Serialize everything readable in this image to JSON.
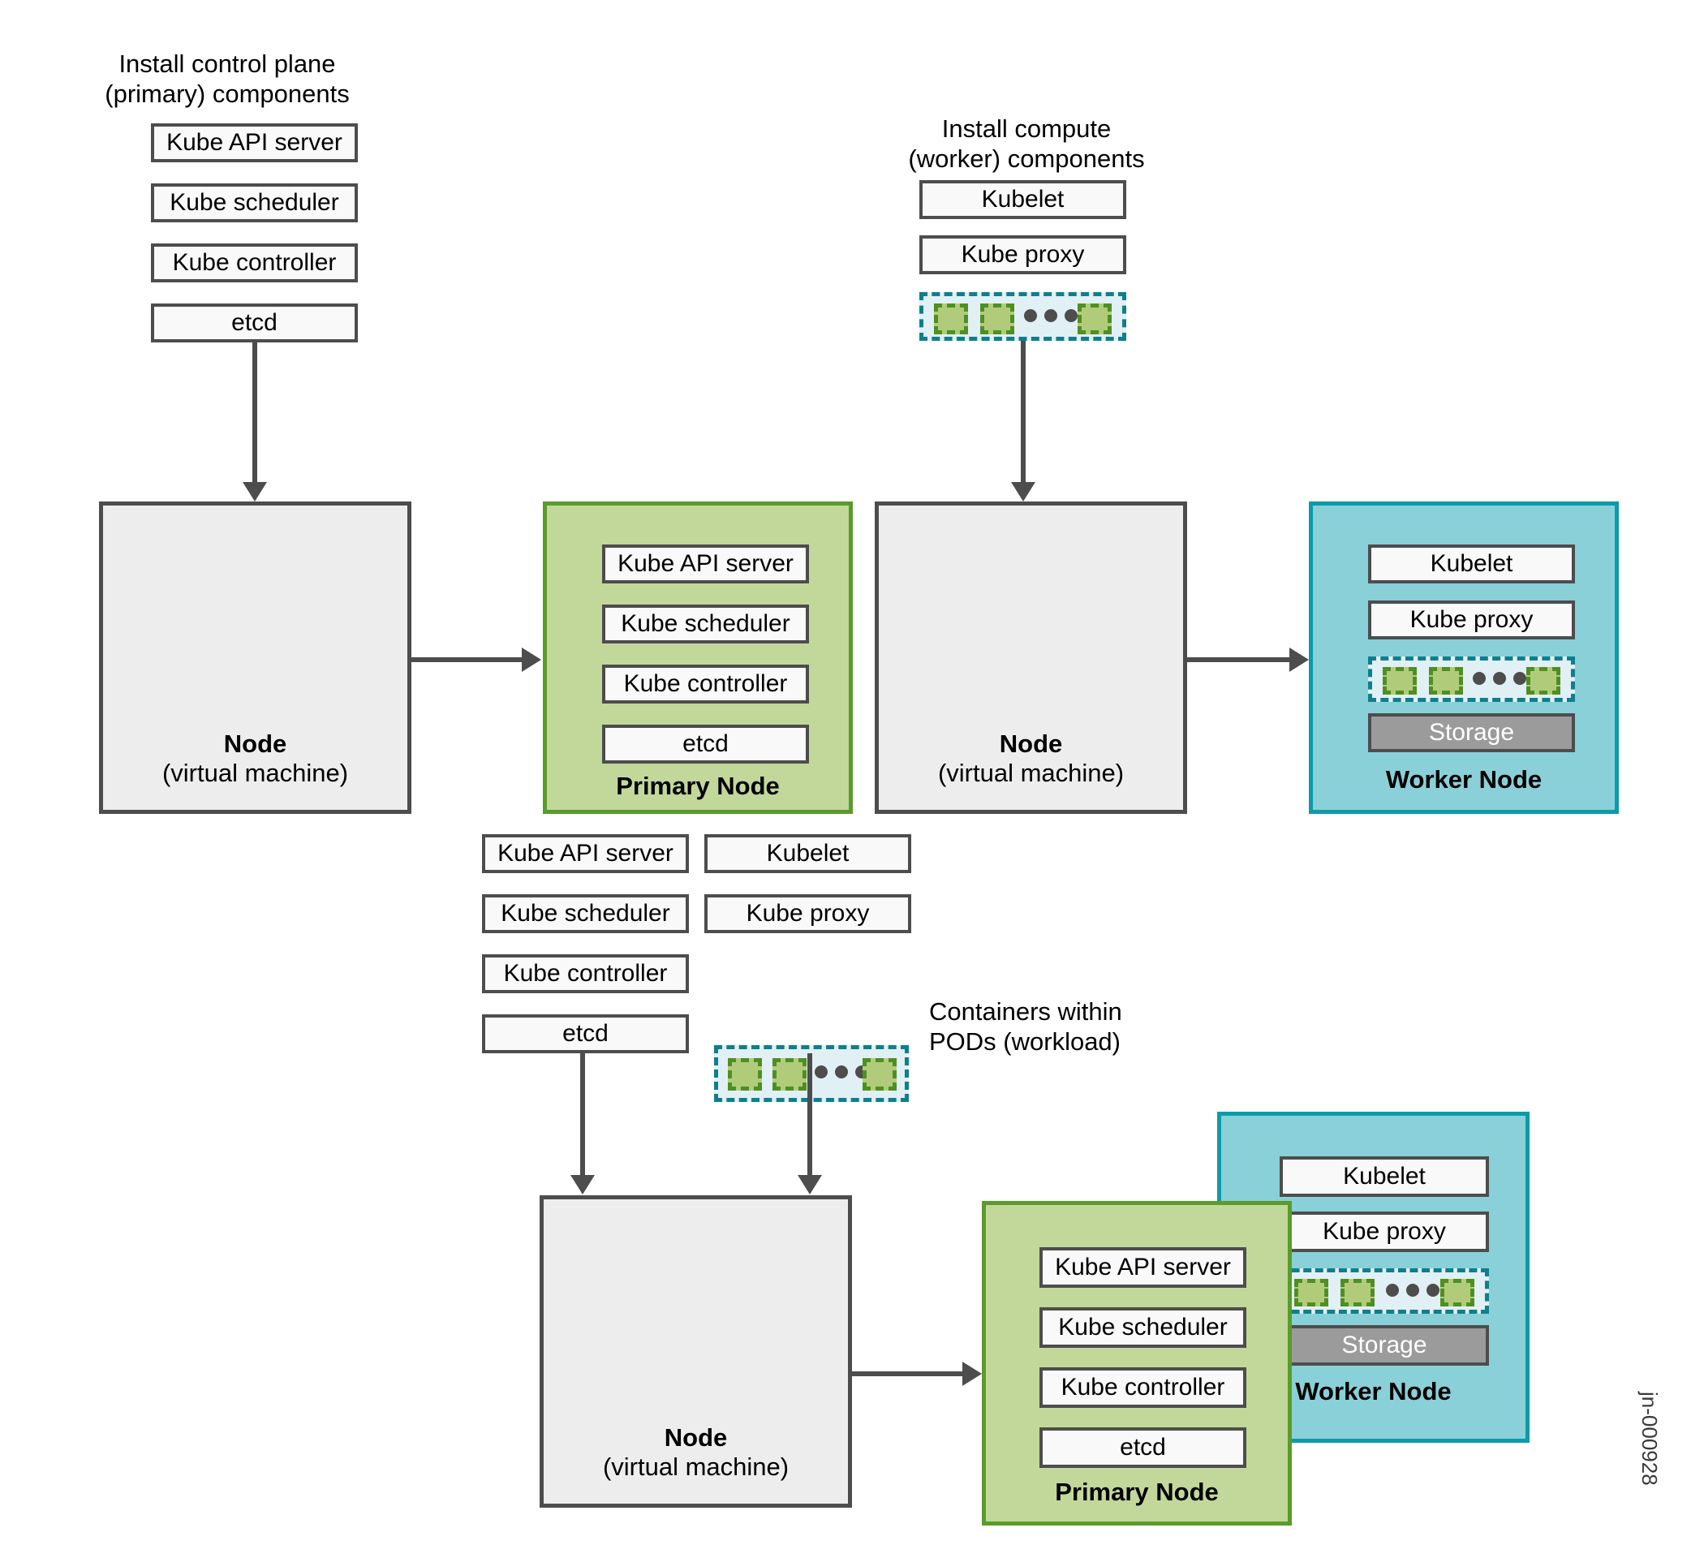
{
  "diagram": {
    "watermark": "jn-000928",
    "colors": {
      "node_gray_fill": "#ededed",
      "node_gray_border": "#4d4d4d",
      "primary_green_fill": "#c2d89a",
      "primary_green_border": "#5a9b2c",
      "worker_teal_fill": "#8ad0d8",
      "worker_teal_border": "#0e9aa8",
      "pod_group_fill": "#e1f0f5",
      "pod_group_border": "#0e7f8c",
      "pod_box_fill": "#b0cc7a",
      "pod_box_border": "#4f8f22",
      "storage_fill": "#9b9b9b",
      "chip_fill": "#f9f9f9",
      "chip_border": "#4d4d4d",
      "arrow": "#4d4d4d"
    }
  },
  "labels": {
    "install_control_plane": "Install control plane\n(primary) components",
    "install_compute": "Install compute\n(worker) components",
    "containers_within_pods": "Containers within\nPODs (workload)"
  },
  "components": {
    "kube_api_server": "Kube API server",
    "kube_scheduler": "Kube scheduler",
    "kube_controller": "Kube controller",
    "etcd": "etcd",
    "kubelet": "Kubelet",
    "kube_proxy": "Kube proxy",
    "storage": "Storage"
  },
  "nodes": {
    "vm_title": "Node",
    "vm_subtitle": "(virtual machine)",
    "primary_caption": "Primary Node",
    "worker_caption": "Worker Node"
  },
  "control_plane_stack": [
    "Kube API server",
    "Kube scheduler",
    "Kube controller",
    "etcd"
  ],
  "compute_stack": [
    "Kubelet",
    "Kube proxy"
  ],
  "primary_node_stack": [
    "Kube API server",
    "Kube scheduler",
    "Kube controller",
    "etcd"
  ],
  "worker_node_stack": [
    "Kubelet",
    "Kube proxy",
    "Storage"
  ]
}
